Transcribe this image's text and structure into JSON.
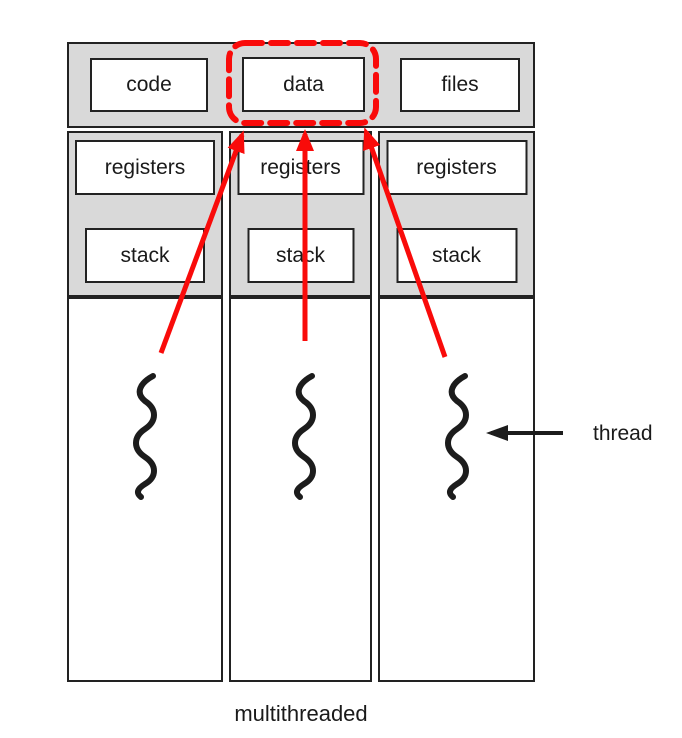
{
  "colors": {
    "background": "#ffffff",
    "band_gray": "#d9d9d9",
    "box_white": "#ffffff",
    "line_black": "#1c1c1c",
    "highlight_red": "#f90b0a"
  },
  "shared_row": {
    "boxes": [
      {
        "label": "code",
        "highlighted": false
      },
      {
        "label": "data",
        "highlighted": true
      },
      {
        "label": "files",
        "highlighted": false
      }
    ]
  },
  "thread_columns": [
    {
      "registers_label": "registers",
      "stack_label": "stack"
    },
    {
      "registers_label": "registers",
      "stack_label": "stack"
    },
    {
      "registers_label": "registers",
      "stack_label": "stack"
    }
  ],
  "annotations": {
    "thread_label": "thread",
    "caption": "multithreaded"
  }
}
